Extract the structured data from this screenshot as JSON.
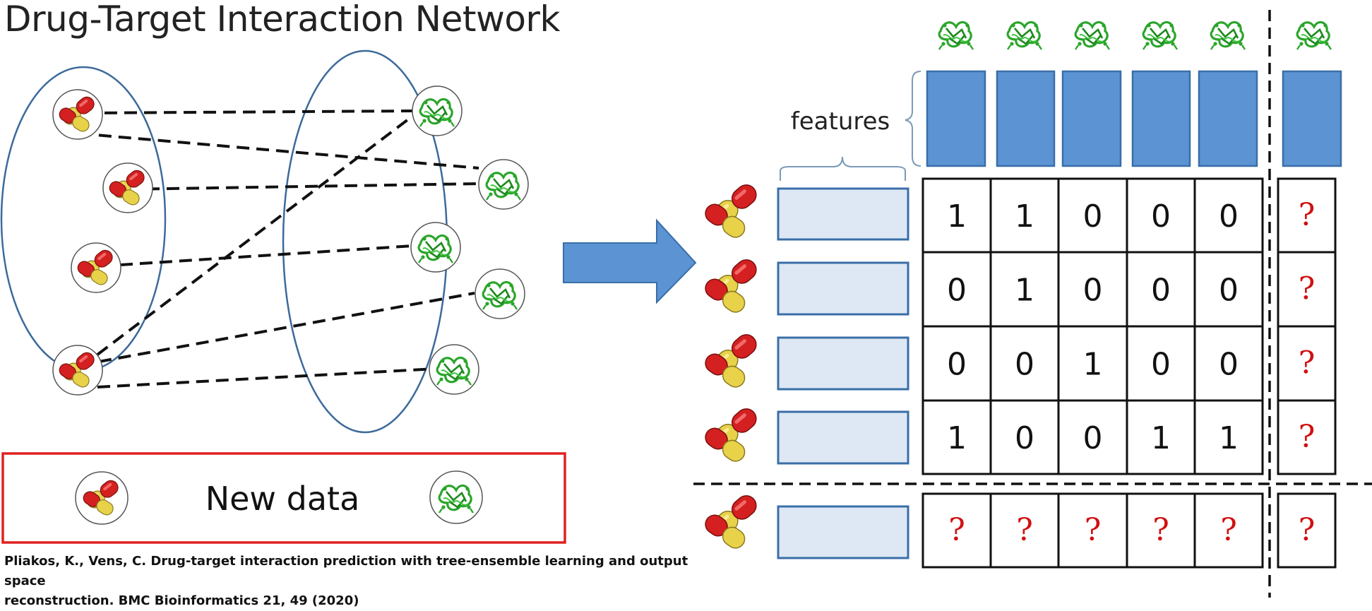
{
  "title": "Drug-Target Interaction Network",
  "new_data_label": "New data",
  "features_label": "features",
  "citation_line1": "Pliakos, K., Vens, C. Drug-target interaction prediction with tree-ensemble learning and output space",
  "citation_line2": "reconstruction. BMC Bioinformatics 21, 49 (2020)",
  "matrix": [
    [
      "1",
      "1",
      "0",
      "0",
      "0"
    ],
    [
      "0",
      "1",
      "0",
      "0",
      "0"
    ],
    [
      "0",
      "0",
      "1",
      "0",
      "0"
    ],
    [
      "1",
      "0",
      "0",
      "1",
      "1"
    ]
  ],
  "unknown_mark": "?",
  "colors": {
    "ellipse_stroke": "#3c6a9a",
    "feature_fill": "#5b93d3",
    "feature_stroke": "#3a6ea8",
    "drug_feature_fill": "#dde8f4",
    "arrow_fill": "#5b93d3",
    "new_data_border": "#e02020",
    "question_mark": "#d01010",
    "pill_red": "#d42020",
    "pill_yellow": "#e8d24a",
    "protein_green": "#2aa52a"
  },
  "icons": {
    "drug": "pill-capsule-icon",
    "target": "protein-structure-icon"
  }
}
